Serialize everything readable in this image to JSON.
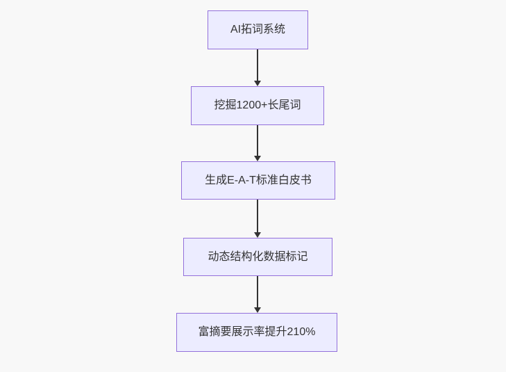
{
  "diagram": {
    "type": "flowchart",
    "direction": "top-to-bottom",
    "nodes": [
      {
        "label": "AI拓词系统"
      },
      {
        "label": "挖掘1200+长尾词"
      },
      {
        "label": "生成E-A-T标准白皮书"
      },
      {
        "label": "动态结构化数据标记"
      },
      {
        "label": "富摘要展示率提升210%"
      }
    ],
    "edges": [
      {
        "from": 0,
        "to": 1
      },
      {
        "from": 1,
        "to": 2
      },
      {
        "from": 2,
        "to": 3
      },
      {
        "from": 3,
        "to": 4
      }
    ],
    "colors": {
      "background": "#f8f8f8",
      "node_fill": "#ECECFF",
      "node_border": "#9370DB",
      "arrow": "#333333",
      "text": "#333333"
    }
  }
}
